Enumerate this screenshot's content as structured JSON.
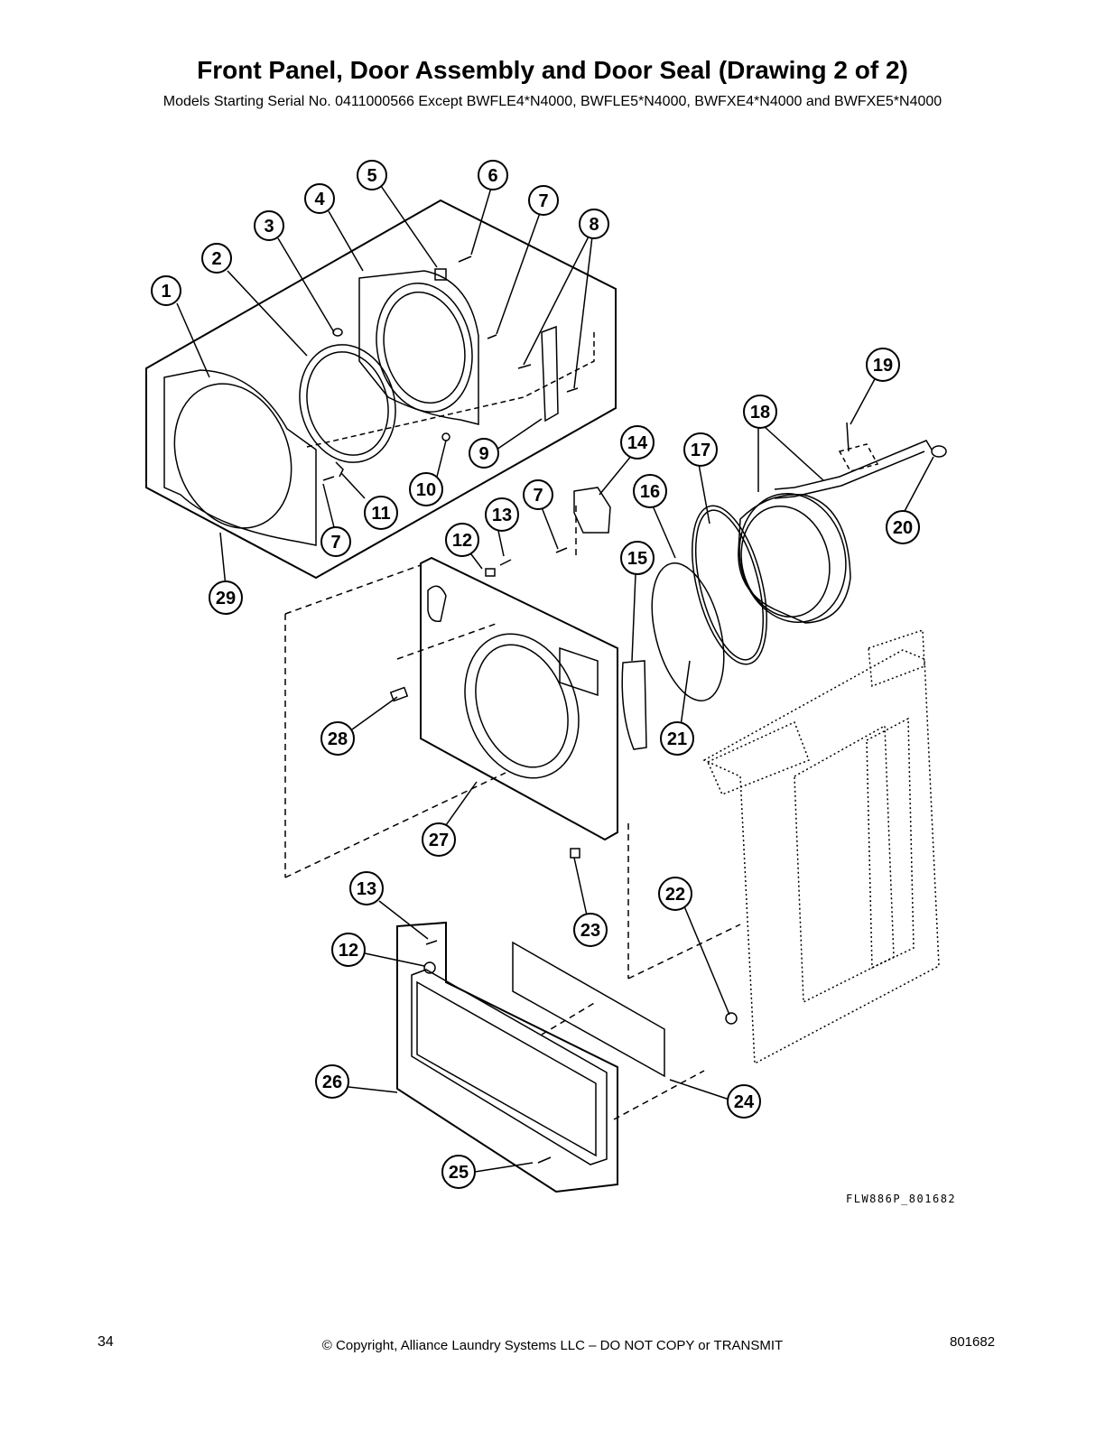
{
  "header": {
    "title": "Front Panel, Door Assembly and Door Seal (Drawing 2 of 2)",
    "subtitle": "Models Starting Serial No. 0411000566 Except BWFLE4*N4000, BWFLE5*N4000, BWFXE4*N4000 and BWFXE5*N4000"
  },
  "diagram": {
    "drawing_id": "FLW886P_801682",
    "callouts": [
      "1",
      "2",
      "3",
      "4",
      "5",
      "6",
      "7",
      "8",
      "9",
      "10",
      "11",
      "7",
      "13",
      "12",
      "14",
      "7",
      "15",
      "16",
      "17",
      "18",
      "19",
      "20",
      "21",
      "28",
      "29",
      "27",
      "22",
      "23",
      "24",
      "25",
      "26",
      "13",
      "12"
    ]
  },
  "footer": {
    "page_number": "34",
    "copyright": "© Copyright, Alliance Laundry Systems LLC – DO NOT COPY or TRANSMIT",
    "document_number": "801682"
  }
}
